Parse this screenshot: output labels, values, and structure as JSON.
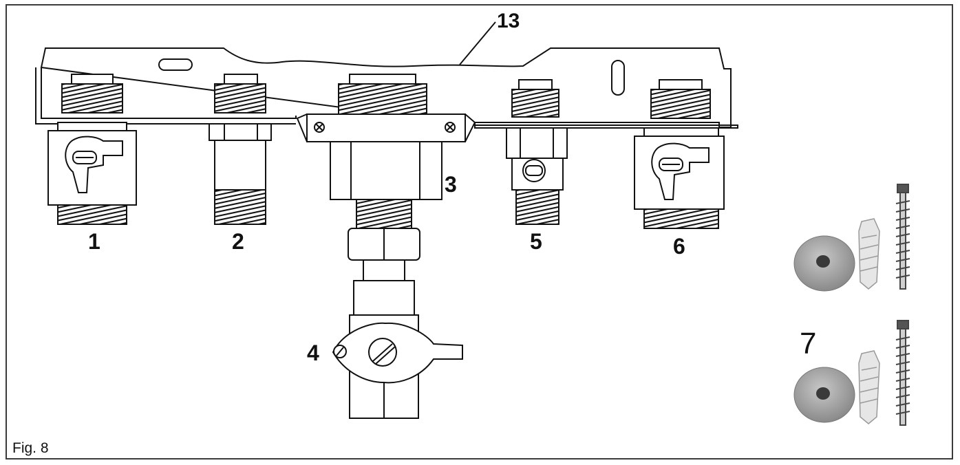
{
  "figure": {
    "caption": "Fig. 8",
    "labels": {
      "l1": "1",
      "l2": "2",
      "l3": "3",
      "l4": "4",
      "l5": "5",
      "l6": "6",
      "l7": "7",
      "l13": "13"
    }
  },
  "colors": {
    "line": "#111111",
    "fill": "#ffffff",
    "washer": "#a9a9a9",
    "border": "#3a3a3a"
  }
}
